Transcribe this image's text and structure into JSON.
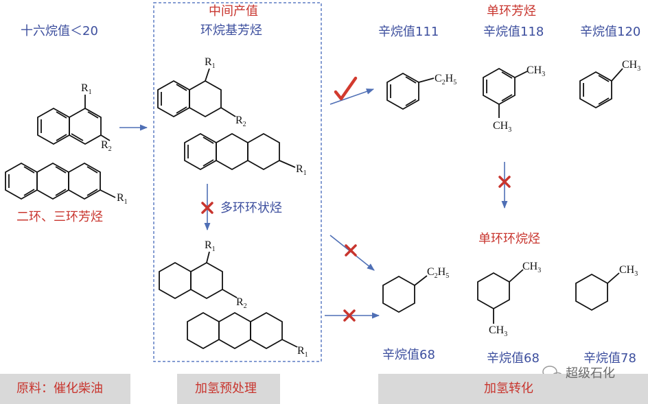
{
  "colors": {
    "blue": "#3d4f9e",
    "red": "#c8352e",
    "band": "#d9d9d9",
    "check": "#d23a2e",
    "cross": "#c8352e"
  },
  "feed": {
    "cetane_label": "十六烷值＜20",
    "structures_label": "二环、三环芳烃"
  },
  "intermediate": {
    "title": "中间产值",
    "subtitle": "环烷基芳烃",
    "polycyclic_label": "多环环状烃"
  },
  "products": {
    "aromatics_title": "单环芳烃",
    "cycloalkane_title": "单环环烷烃",
    "octane_ethylbenzene": "辛烷值111",
    "octane_xylene": "辛烷值118",
    "octane_toluene": "辛烷值120",
    "octane_ethylcyclohexane": "辛烷值68",
    "octane_dimethylcyclohexane": "辛烷值68",
    "octane_methylcyclohexane": "辛烷值78"
  },
  "substituents": {
    "r1": "R",
    "r2": "R",
    "r1_sub": "1",
    "r2_sub": "2",
    "ethyl": "C",
    "ethyl_sub": "2",
    "ethyl_h": "H",
    "ethyl_h_sub": "5",
    "methyl": "CH",
    "methyl_sub": "3"
  },
  "bottom": {
    "stage1": "原料：催化柴油",
    "stage2": "加氢预处理",
    "stage3": "加氢转化",
    "watermark": "超级石化"
  }
}
